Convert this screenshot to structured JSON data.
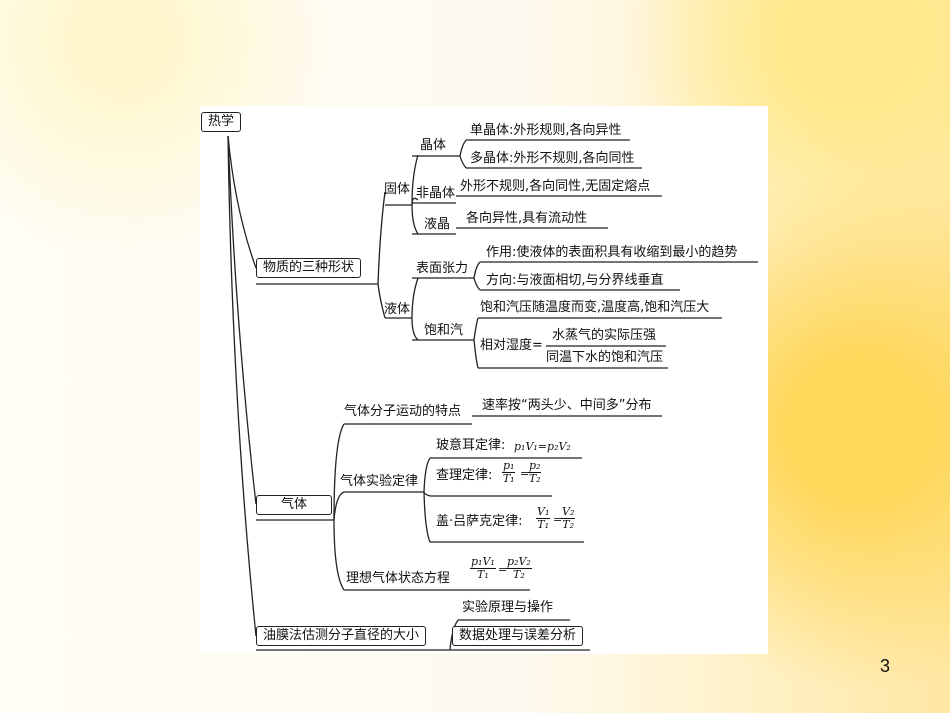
{
  "root": "热学",
  "sections": {
    "matter": "物质的三种形状",
    "solid": "固体",
    "crystal": "晶体",
    "single_crystal": "单晶体:外形规则,各向异性",
    "poly_crystal": "多晶体:外形不规则,各向同性",
    "amorphous": "非晶体",
    "amorphous_desc": "外形不规则,各向同性,无固定熔点",
    "liquid_crystal": "液晶",
    "liquid_crystal_desc": "各向异性,具有流动性",
    "liquid": "液体",
    "surface_tension": "表面张力",
    "st_effect": "作用:使液体的表面积具有收缩到最小的趋势",
    "st_direction": "方向:与液面相切,与分界线垂直",
    "saturated_vapor": "饱和汽",
    "sv_desc": "饱和汽压随温度而变,温度高,饱和汽压大",
    "rel_humidity": "相对湿度=",
    "rh_num": "水蒸气的实际压强",
    "rh_den": "同温下水的饱和汽压",
    "gas": "气体",
    "gas_motion": "气体分子运动的特点",
    "gas_motion_desc": "速率按“两头少、中间多”分布",
    "gas_laws": "气体实验定律",
    "boyle": "玻意耳定律:",
    "boyle_eq": "p₁V₁=p₂V₂",
    "charles": "查理定律:",
    "gay_lussac": "盖·吕萨克定律:",
    "ideal_gas": "理想气体状态方程",
    "oil_film": "油膜法估测分子直径的大小",
    "oil_principle": "实验原理与操作",
    "oil_data": "数据处理与误差分析"
  },
  "formulas": {
    "charles_l_num": "p₁",
    "charles_l_den": "T₁",
    "charles_r_num": "p₂",
    "charles_r_den": "T₂",
    "gay_l_num": "V₁",
    "gay_l_den": "T₁",
    "gay_r_num": "V₂",
    "gay_r_den": "T₂",
    "ideal_l_num": "p₁V₁",
    "ideal_l_den": "T₁",
    "ideal_r_num": "p₂V₂",
    "ideal_r_den": "T₂",
    "eq_sign": "="
  },
  "page_number": "3"
}
